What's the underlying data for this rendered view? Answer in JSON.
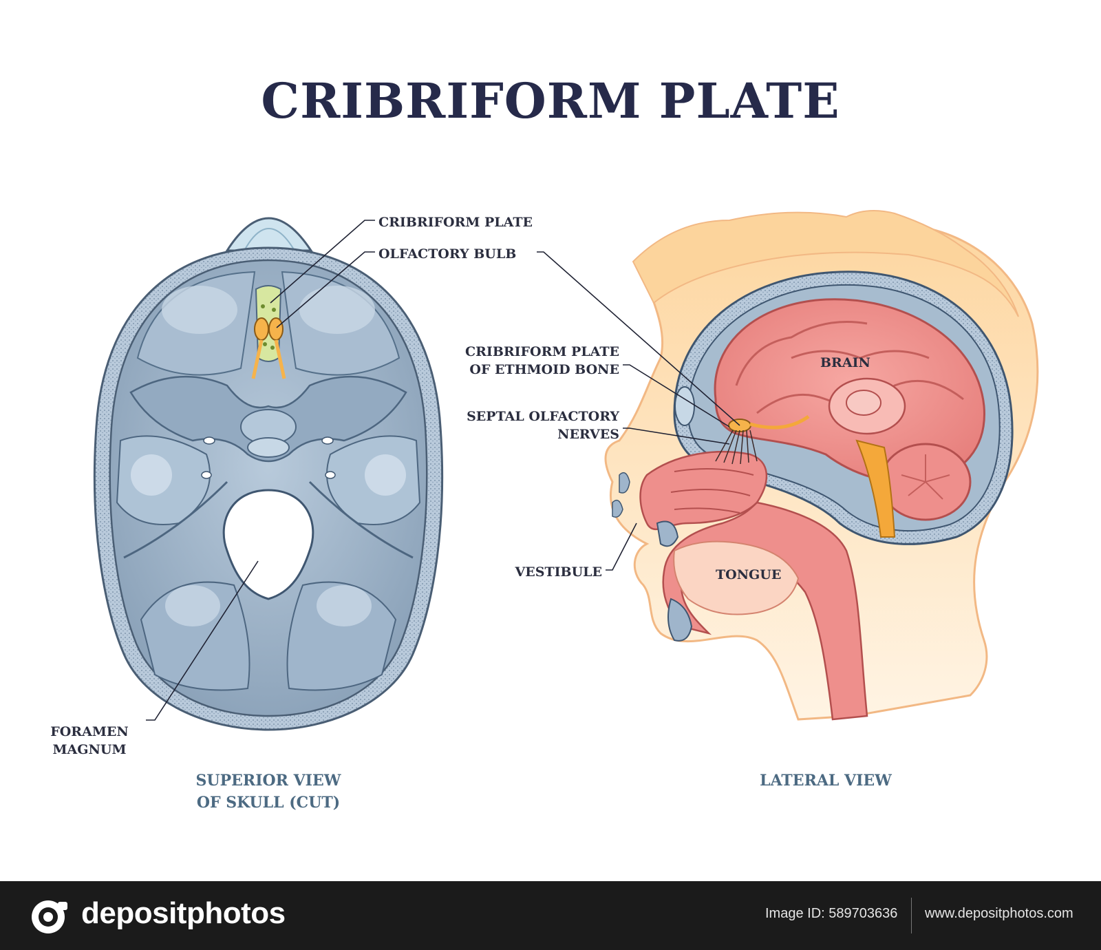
{
  "title": "CRIBRIFORM PLATE",
  "labels": {
    "cribriform_plate": "CRIBRIFORM PLATE",
    "olfactory_bulb": "OLFACTORY BULB",
    "cribriform_plate_ethmoid_line1": "CRIBRIFORM PLATE",
    "cribriform_plate_ethmoid_line2": "OF ETHMOID BONE",
    "septal_olfactory_line1": "SEPTAL OLFACTORY",
    "septal_olfactory_line2": "NERVES",
    "brain": "BRAIN",
    "vestibule": "VESTIBULE",
    "tongue": "TONGUE",
    "foramen_line1": "FORAMEN",
    "foramen_line2": "MAGNUM"
  },
  "captions": {
    "superior_line1": "SUPERIOR VIEW",
    "superior_line2": "OF SKULL (CUT)",
    "lateral": "LATERAL VIEW"
  },
  "footer": {
    "brand": "depositphotos",
    "image_id": "Image ID: 589703636",
    "site": "www.depositphotos.com"
  },
  "colors": {
    "bone": "#9fb5cb",
    "bone_dark": "#6f87a0",
    "brain": "#ee8f8c",
    "skin": "#fcd9a8",
    "nerve": "#f4a83a",
    "title": "#262a4a",
    "caption": "#4c6a82",
    "footer_bg": "#1b1b1b"
  }
}
